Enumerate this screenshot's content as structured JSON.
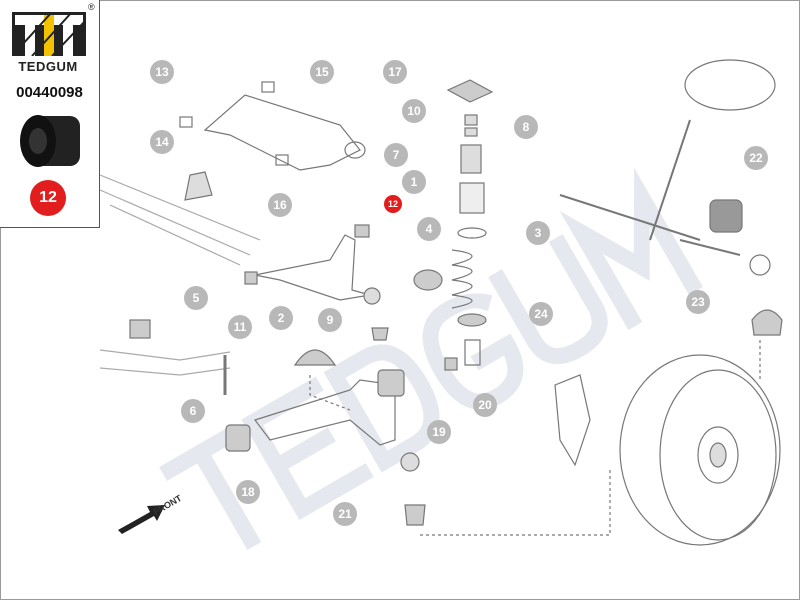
{
  "brand": {
    "name": "TEDGUM",
    "registered": "®",
    "part_number": "00440098",
    "selected_ref": "12",
    "accent": "#e11d1d",
    "logo_yellow": "#f2c200"
  },
  "watermark": "TEDGUM",
  "front_label": "FRONT",
  "callouts": [
    "1",
    "2",
    "3",
    "4",
    "5",
    "6",
    "7",
    "8",
    "9",
    "10",
    "11",
    "12",
    "13",
    "14",
    "15",
    "16",
    "17",
    "18",
    "19",
    "20",
    "21",
    "22",
    "23",
    "24"
  ]
}
